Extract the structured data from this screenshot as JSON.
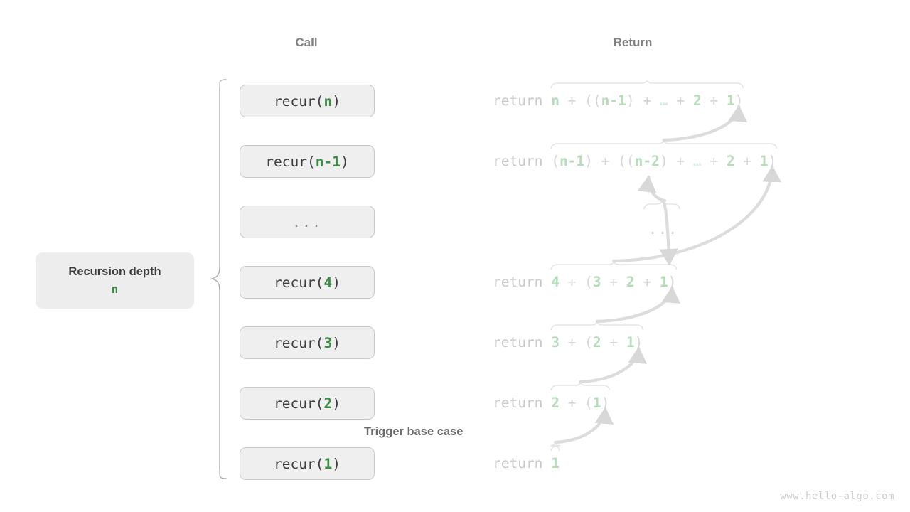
{
  "headers": {
    "call": "Call",
    "return": "Return"
  },
  "depth_card": {
    "title": "Recursion depth",
    "value": "n"
  },
  "call_stack": [
    {
      "prefix": "recur(",
      "arg": "n",
      "suffix": ")",
      "is_ellipsis": false
    },
    {
      "prefix": "recur(",
      "arg": "n-1",
      "suffix": ")",
      "is_ellipsis": false
    },
    {
      "prefix": "",
      "arg": "...",
      "suffix": "",
      "is_ellipsis": true
    },
    {
      "prefix": "recur(",
      "arg": "4",
      "suffix": ")",
      "is_ellipsis": false
    },
    {
      "prefix": "recur(",
      "arg": "3",
      "suffix": ")",
      "is_ellipsis": false
    },
    {
      "prefix": "recur(",
      "arg": "2",
      "suffix": ")",
      "is_ellipsis": false
    },
    {
      "prefix": "recur(",
      "arg": "1",
      "suffix": ")",
      "is_ellipsis": false
    }
  ],
  "returns": [
    {
      "keyword": "return",
      "expression": "n + ((n-1) + … + 2 + 1)",
      "tokens": [
        {
          "t": "n",
          "k": "num"
        },
        {
          "t": " + ",
          "k": "op"
        },
        {
          "t": "((",
          "k": "op"
        },
        {
          "t": "n-1",
          "k": "num"
        },
        {
          "t": ") + ",
          "k": "op"
        },
        {
          "t": "…",
          "k": "dots"
        },
        {
          "t": " + ",
          "k": "op"
        },
        {
          "t": "2",
          "k": "num"
        },
        {
          "t": " + ",
          "k": "op"
        },
        {
          "t": "1",
          "k": "num"
        },
        {
          "t": ")",
          "k": "op"
        }
      ]
    },
    {
      "keyword": "return",
      "expression": "(n-1) + ((n-2) + … + 2 + 1)",
      "tokens": [
        {
          "t": "(",
          "k": "op"
        },
        {
          "t": "n-1",
          "k": "num"
        },
        {
          "t": ") + ",
          "k": "op"
        },
        {
          "t": "((",
          "k": "op"
        },
        {
          "t": "n-2",
          "k": "num"
        },
        {
          "t": ") + ",
          "k": "op"
        },
        {
          "t": "…",
          "k": "dots"
        },
        {
          "t": " + ",
          "k": "op"
        },
        {
          "t": "2",
          "k": "num"
        },
        {
          "t": " + ",
          "k": "op"
        },
        {
          "t": "1",
          "k": "num"
        },
        {
          "t": ")",
          "k": "op"
        }
      ]
    },
    {
      "keyword": "return",
      "expression": "4 + (3 + 2 + 1)",
      "tokens": [
        {
          "t": "4",
          "k": "num"
        },
        {
          "t": " + ",
          "k": "op"
        },
        {
          "t": "(",
          "k": "op"
        },
        {
          "t": "3",
          "k": "num"
        },
        {
          "t": " + ",
          "k": "op"
        },
        {
          "t": "2",
          "k": "num"
        },
        {
          "t": " + ",
          "k": "op"
        },
        {
          "t": "1",
          "k": "num"
        },
        {
          "t": ")",
          "k": "op"
        }
      ]
    },
    {
      "keyword": "return",
      "expression": "3 + (2 + 1)",
      "tokens": [
        {
          "t": "3",
          "k": "num"
        },
        {
          "t": " + ",
          "k": "op"
        },
        {
          "t": "(",
          "k": "op"
        },
        {
          "t": "2",
          "k": "num"
        },
        {
          "t": " + ",
          "k": "op"
        },
        {
          "t": "1",
          "k": "num"
        },
        {
          "t": ")",
          "k": "op"
        }
      ]
    },
    {
      "keyword": "return",
      "expression": "2 + (1)",
      "tokens": [
        {
          "t": "2",
          "k": "num"
        },
        {
          "t": " + ",
          "k": "op"
        },
        {
          "t": "(",
          "k": "op"
        },
        {
          "t": "1",
          "k": "num"
        },
        {
          "t": ")",
          "k": "op"
        }
      ]
    },
    {
      "keyword": "return",
      "expression": "1",
      "tokens": [
        {
          "t": "1",
          "k": "num"
        }
      ]
    }
  ],
  "return_ellipsis": "...",
  "trigger_label": "Trigger base case",
  "watermark": "www.hello-algo.com",
  "colors": {
    "accent_green": "#3c8b44",
    "faded_green": "#b4ddb8",
    "box_fill": "#efefef",
    "box_border": "#c9c9c9",
    "arrow_gray": "#808080",
    "faint_gray": "#d5d5d5",
    "header_gray": "#808080",
    "text_dark": "#3f3f3f"
  }
}
